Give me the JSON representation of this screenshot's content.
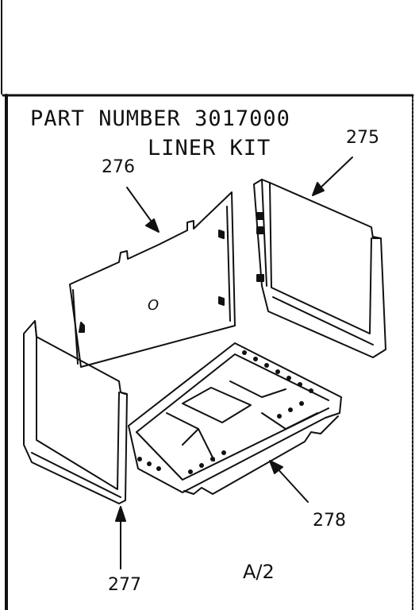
{
  "title": {
    "line1": "PART NUMBER  3017000",
    "line2": "LINER KIT"
  },
  "callouts": {
    "back_panel": "276",
    "right_panel": "275",
    "left_panel": "277",
    "bottom_pan": "278"
  },
  "sheet_label": "A/2",
  "colors": {
    "ink": "#111111",
    "paper": "#ffffff"
  }
}
